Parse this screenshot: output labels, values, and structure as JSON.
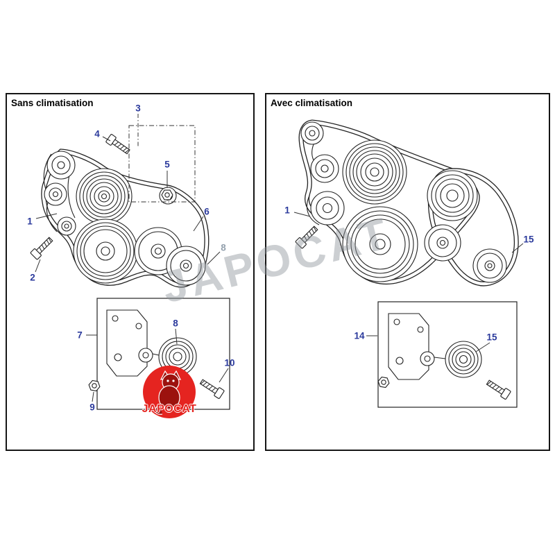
{
  "watermark": {
    "text": "JAPOCAT"
  },
  "logo": {
    "text": "JAPOCAT"
  },
  "colors": {
    "callout_blue": "#2b3a9c",
    "logo_red": "#e52420",
    "watermark_grey": "#8f959b"
  },
  "panels": [
    {
      "title": "Sans climatisation",
      "callouts": [
        {
          "label": "3"
        },
        {
          "label": "4"
        },
        {
          "label": "5"
        },
        {
          "label": "1"
        },
        {
          "label": "2"
        },
        {
          "label": "6"
        },
        {
          "label": "8"
        },
        {
          "label": "7"
        },
        {
          "label": "8"
        },
        {
          "label": "10"
        },
        {
          "label": "9"
        }
      ]
    },
    {
      "title": "Avec climatisation",
      "callouts": [
        {
          "label": "1"
        },
        {
          "label": "15"
        },
        {
          "label": "14"
        },
        {
          "label": "15"
        }
      ]
    }
  ]
}
